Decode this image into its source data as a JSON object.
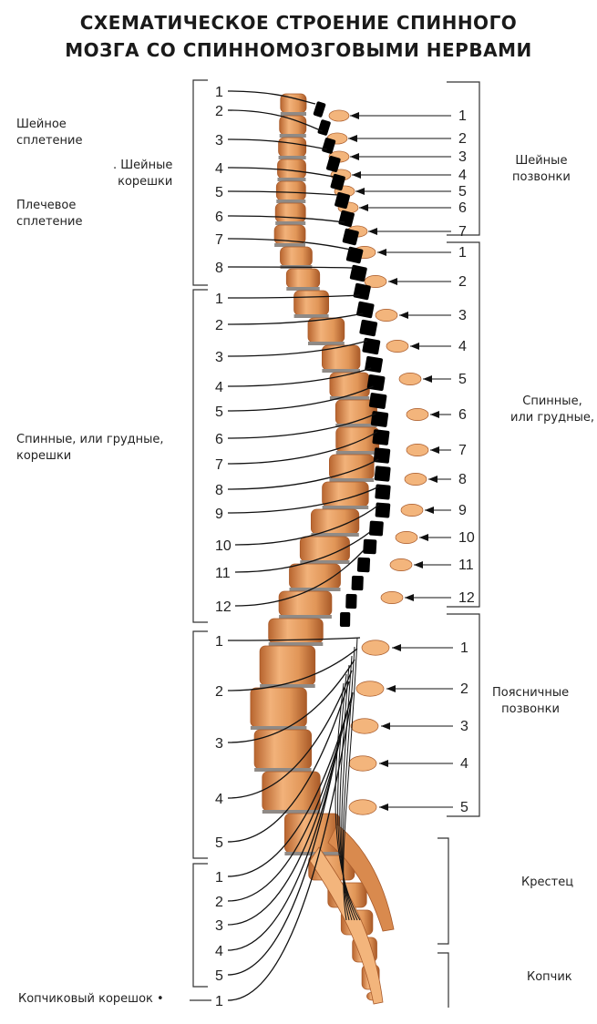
{
  "title": {
    "line1": "СХЕМАТИЧЕСКОЕ СТРОЕНИЕ СПИННОГО",
    "line2": "МОЗГА СО СПИННОМОЗГОВЫМИ НЕРВАМИ"
  },
  "left_labels": {
    "cervical_plexus": [
      "Шейное",
      "сплетение"
    ],
    "cervical_roots": [
      ". Шейные",
      "корешки"
    ],
    "brachial_plexus": [
      "Плечевое",
      "сплетение"
    ],
    "thoracic_roots": [
      "Спинные, или грудные,",
      "корешки"
    ],
    "coccygeal_root": "Копчиковый корешок •"
  },
  "right_labels": {
    "cervical_vertebrae": [
      "Шейные",
      "позвонки"
    ],
    "thoracic_vertebrae": [
      "Спинные,",
      "или грудные,"
    ],
    "lumbar_vertebrae": [
      "Поясничные",
      "позвонки"
    ],
    "sacrum": "Крестец",
    "coccyx": "Копчик"
  },
  "root_numbers": {
    "cervical": [
      "1",
      "2",
      "3",
      "4",
      "5",
      "6",
      "7",
      "8"
    ],
    "thoracic": [
      "1",
      "2",
      "3",
      "4",
      "5",
      "6",
      "7",
      "8",
      "9",
      "10",
      "11",
      "12"
    ],
    "lumbar": [
      "1",
      "2",
      "3",
      "4",
      "5"
    ],
    "sacral": [
      "1",
      "2",
      "3",
      "4",
      "5"
    ],
    "coccygeal": [
      "1"
    ]
  },
  "vertebra_numbers": {
    "cervical": [
      "1",
      "2",
      "3",
      "4",
      "5",
      "6",
      "7"
    ],
    "thoracic": [
      "1",
      "2",
      "3",
      "4",
      "5",
      "6",
      "7",
      "8",
      "9",
      "10",
      "11",
      "12"
    ],
    "lumbar": [
      "1",
      "2",
      "3",
      "4",
      "5"
    ]
  },
  "colors": {
    "bone_light": "#f3b57c",
    "bone_mid": "#d98a4e",
    "bone_dark": "#a85a2a",
    "disc": "#8f8a86",
    "cord": "#000000",
    "line": "#111111"
  }
}
